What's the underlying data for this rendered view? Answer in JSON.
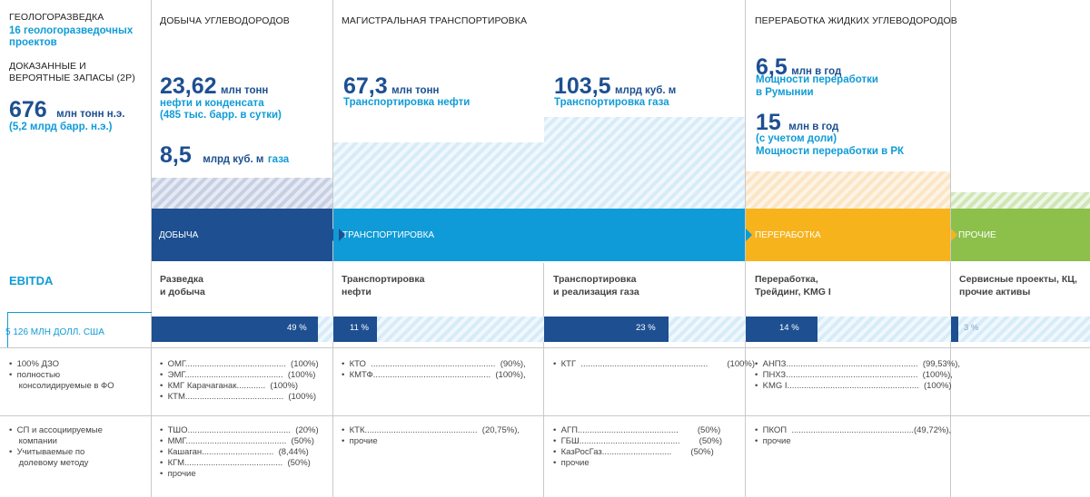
{
  "columns": {
    "geo": {
      "header": "ГЕОЛОГОРАЗВЕДКА",
      "projects": "16 геологоразведочных проектов",
      "reserves_label": "ДОКАЗАННЫЕ И ВЕРОЯТНЫЕ ЗАПАСЫ (2Р)",
      "reserves_value": "676",
      "reserves_unit": "млн тонн н.э.",
      "reserves_sub": "(5,2 млрд барр. н.э.)"
    },
    "production": {
      "header": "ДОБЫЧА УГЛЕВОДОРОДОВ",
      "oil_value": "23,62",
      "oil_unit": "млн тонн",
      "oil_sub1": "нефти и конденсата",
      "oil_sub2": "(485 тыс. барр. в сутки)",
      "gas_value": "8,5",
      "gas_unit": "млрд куб. м",
      "gas_sub": "газа"
    },
    "transport": {
      "header": "МАГИСТРАЛЬНАЯ ТРАНСПОРТИРОВКА",
      "oil_value": "67,3",
      "oil_unit": "млн тонн",
      "oil_sub": "Транспортировка нефти",
      "gas_value": "103,5",
      "gas_unit": "млрд куб. м",
      "gas_sub": "Транспортировка газа"
    },
    "refining": {
      "header": "ПЕРЕРАБОТКА ЖИДКИХ УГЛЕВОДОРОДОВ",
      "ro_value": "6,5",
      "ro_unit": "млн в год",
      "ro_sub1": "Мощности переработки",
      "ro_sub2": "в Румынии",
      "kz_value": "15",
      "kz_unit": "млн в год",
      "kz_sub1": "(с учетом доли)",
      "kz_sub2": "Мощности переработки в РК"
    }
  },
  "bands": {
    "production": "ДОБЫЧА",
    "transport": "ТРАНСПОРТИРОВКА",
    "refining": "ПЕРЕРАБОТКА",
    "other": "ПРОЧИЕ"
  },
  "ebitda": {
    "label": "EBITDA",
    "total": "5 126 МЛН ДОЛЛ. США",
    "segments": {
      "s1": {
        "line1": "Разведка",
        "line2": "и добыча",
        "pct": "49 %",
        "share": 49
      },
      "s2": {
        "line1": "Транспортировка",
        "line2": "нефти",
        "pct": "11 %",
        "share": 11
      },
      "s3": {
        "line1": "Транспортировка",
        "line2": "и реализация газа",
        "pct": "23 %",
        "share": 23
      },
      "s4": {
        "line1": "Переработка,",
        "line2": "Трейдинг, KMG I",
        "pct": "14 %",
        "share": 14
      },
      "s5": {
        "line1": "Сервисные проекты, КЦ,",
        "line2": "прочие активы",
        "pct": "3 %",
        "share": 3
      }
    }
  },
  "rows": {
    "r1": {
      "label1": "100% ДЗО",
      "label2": "полностью",
      "label3": "консолидируемые в ФО",
      "production": [
        "ОМГ..........................................  (100%)",
        "ЭМГ.........................................  (100%)",
        "КМГ Карачаганак............  (100%)",
        "КТМ.........................................  (100%)"
      ],
      "oil": [
        "КТО  ....................................................  (90%),",
        "КМТФ.................................................  (100%),"
      ],
      "gas": [
        "КТГ  .....................................................        (100%)"
      ],
      "refining": [
        "АНПЗ.......................................................  (99,53%),",
        "ПНХЗ.......................................................  (100%),",
        "KMG I.......................................................  (100%)"
      ]
    },
    "r2": {
      "label1": "СП и ассоциируемые",
      "label2": "компании",
      "label3": "Учитываемые по",
      "label4": "долевому методу",
      "production": [
        "ТШО...........................................  (20%)",
        "ММГ..........................................  (50%)",
        "Кашаган..............................  (8,44%)",
        "КГМ.........................................  (50%)",
        "прочие"
      ],
      "oil": [
        "КТК...............................................  (20,75%),",
        "прочие"
      ],
      "gas": [
        "АГП..........................................        (50%)",
        "ГБШ..........................................        (50%)",
        "КазРосГаз.............................        (50%)",
        "прочие"
      ],
      "refining": [
        "ПКОП  ...................................................(49,72%),",
        "прочие"
      ]
    }
  },
  "colors": {
    "dark_blue": "#1d4f91",
    "light_blue": "#0f9bd7",
    "orange": "#f7b31c",
    "green": "#8cc04b"
  }
}
